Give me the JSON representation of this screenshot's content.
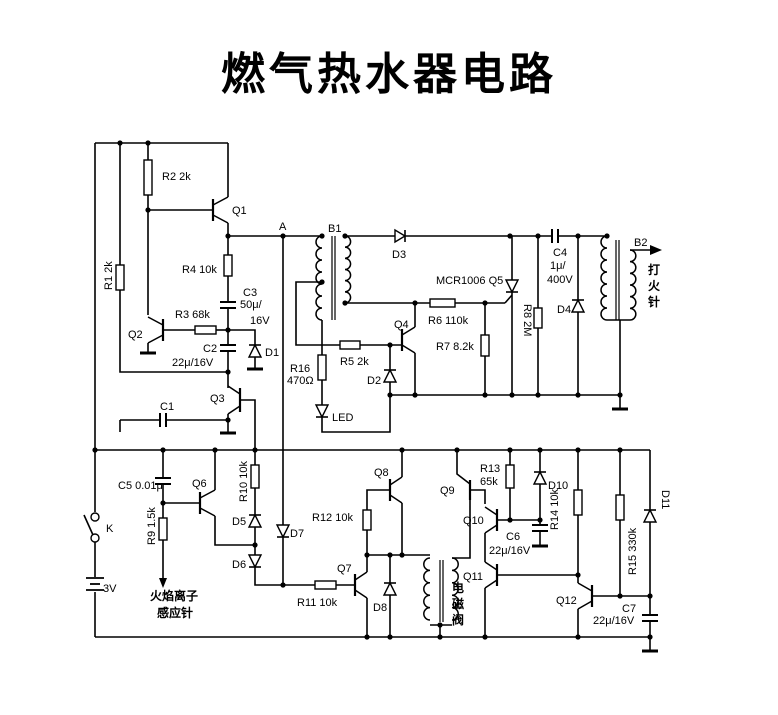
{
  "title": "燃气热水器电路",
  "labels": {
    "R1": "R1 2k",
    "R2": "R2 2k",
    "Q1": "Q1",
    "A": "A",
    "B1": "B1",
    "D3": "D3",
    "R4": "R4 10k",
    "C3": "C3",
    "C3_cap": "50μ/",
    "C3_volt": "16V",
    "R3": "R3 68k",
    "Q2": "Q2",
    "C2": "C2",
    "C2_val": "22μ/16V",
    "D1": "D1",
    "Q3": "Q3",
    "C1": "C1",
    "R16": "R16",
    "R16_val": "470Ω",
    "LED": "LED",
    "R5": "R5 2k",
    "D2": "D2",
    "Q4": "Q4",
    "Q5": "MCR1006 Q5",
    "R6": "R6 110k",
    "R7": "R7 8.2k",
    "R8": "R8 2M",
    "C4": "C4",
    "C4_cap": "1μ/",
    "C4_volt": "400V",
    "D4": "D4",
    "B2": "B2",
    "igniter": [
      "打",
      "火",
      "针"
    ],
    "C5": "C5 0.01μ",
    "Q6": "Q6",
    "R9": "R9 1.5k",
    "R10": "R10 10k",
    "D5": "D5",
    "D6": "D6",
    "D7": "D7",
    "K": "K",
    "battery": "3V",
    "flame_sensor_1": "火焰离子",
    "flame_sensor_2": "感应针",
    "R11": "R11 10k",
    "Q7": "Q7",
    "R12": "R12 10k",
    "Q8": "Q8",
    "D8": "D8",
    "valve": [
      "电",
      "磁",
      "阀"
    ],
    "Q9": "Q9",
    "R13": "R13",
    "R13_val": "65k",
    "Q10": "Q10",
    "C6": "C6",
    "C6_val": "22μ/16V",
    "Q11": "Q11",
    "D10": "D10",
    "R14": "R14 10k",
    "R15": "R15 330k",
    "D11": "D11",
    "Q12": "Q12",
    "C7": "C7",
    "C7_val": "22μ/16V"
  }
}
